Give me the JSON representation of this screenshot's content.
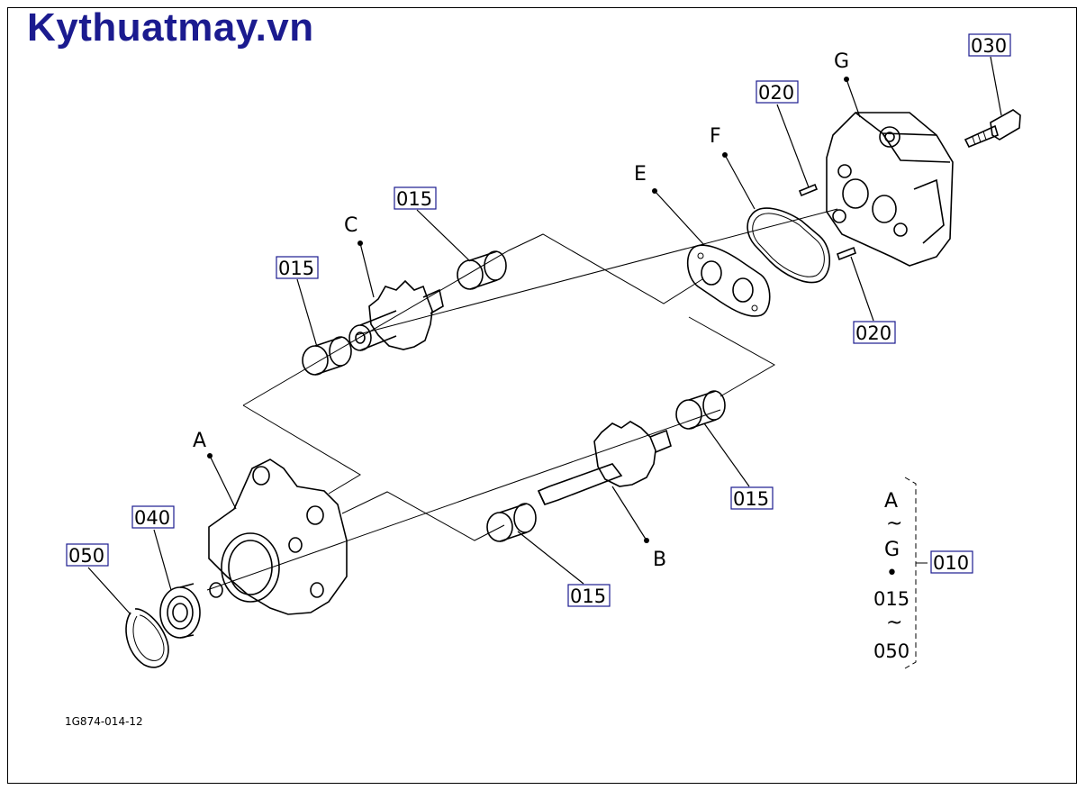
{
  "brand": {
    "text": "Kythuatmay.vn",
    "color": "#1b1b8f"
  },
  "drawing_code": "1G874-014-12",
  "part_letters": {
    "A": "A",
    "B": "B",
    "C": "C",
    "E": "E",
    "F": "F",
    "G": "G"
  },
  "part_numbers": {
    "bushing_top_left": "015",
    "bushing_top_right": "015",
    "bushing_bottom_left": "015",
    "bushing_bottom_right": "015",
    "pin_top": "020",
    "pin_bottom": "020",
    "bolt": "030",
    "bearing": "040",
    "snap_ring": "050",
    "assembly": "010"
  },
  "assembly_legend": {
    "from_letter": "A",
    "tilde_1": "~",
    "to_letter": "G",
    "bullet": "•",
    "from_number": "015",
    "tilde_2": "~",
    "to_number": "050"
  }
}
